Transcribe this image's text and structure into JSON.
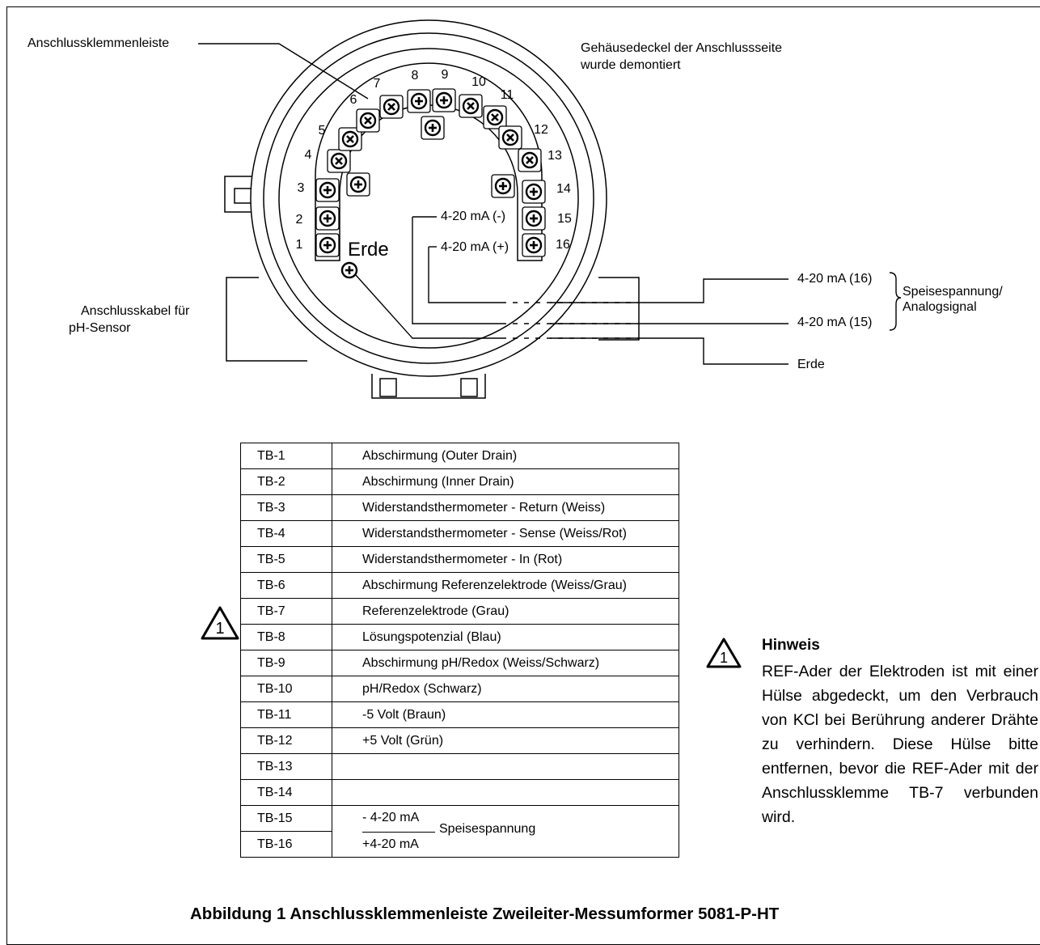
{
  "labels": {
    "terminal_strip": "Anschlussklemmenleiste",
    "cover_line1": "Gehäusedeckel der Anschlussseite",
    "cover_line2": "wurde demontiert",
    "cable_line1": "Anschlusskabel für",
    "cable_line2": "pH-Sensor",
    "earth_inner": "Erde",
    "minus_inner": "4-20 mA (-)",
    "plus_inner": "4-20 mA (+)",
    "out_16": "4-20 mA (16)",
    "out_15": "4-20 mA (15)",
    "out_earth": "Erde",
    "bracket_line1": "Speisespannung/",
    "bracket_line2": "Analogsignal"
  },
  "terminal_numbers": [
    "1",
    "2",
    "3",
    "4",
    "5",
    "6",
    "7",
    "8",
    "9",
    "10",
    "11",
    "12",
    "13",
    "14",
    "15",
    "16"
  ],
  "table": {
    "rows": [
      {
        "tb": "TB-1",
        "desc": "Abschirmung (Outer Drain)"
      },
      {
        "tb": "TB-2",
        "desc": "Abschirmung (Inner Drain)"
      },
      {
        "tb": "TB-3",
        "desc": "Widerstandsthermometer - Return (Weiss)"
      },
      {
        "tb": "TB-4",
        "desc": "Widerstandsthermometer - Sense (Weiss/Rot)"
      },
      {
        "tb": "TB-5",
        "desc": "Widerstandsthermometer - In (Rot)"
      },
      {
        "tb": "TB-6",
        "desc": "Abschirmung Referenzelektrode (Weiss/Grau)"
      },
      {
        "tb": "TB-7",
        "desc": "Referenzelektrode (Grau)"
      },
      {
        "tb": "TB-8",
        "desc": "Lösungspotenzial (Blau)"
      },
      {
        "tb": "TB-9",
        "desc": "Abschirmung pH/Redox (Weiss/Schwarz)"
      },
      {
        "tb": "TB-10",
        "desc": "pH/Redox (Schwarz)"
      },
      {
        "tb": "TB-11",
        "desc": "-5 Volt (Braun)"
      },
      {
        "tb": "TB-12",
        "desc": "+5 Volt (Grün)"
      },
      {
        "tb": "TB-13",
        "desc": ""
      },
      {
        "tb": "TB-14",
        "desc": ""
      }
    ],
    "tb15": "TB-15",
    "tb16": "TB-16",
    "tb15_desc": "- 4-20 mA",
    "tb16_desc": "+4-20 mA",
    "tb15_16_group": "Speisespannung"
  },
  "warning_number": "1",
  "note": {
    "title": "Hinweis",
    "text": "REF-Ader der Elektroden ist mit einer Hülse abgedeckt, um den Verbrauch von KCl bei Berührung anderer Drähte zu verhindern. Diese Hülse bitte entfernen, bevor die REF-Ader mit der Anschlussklemme TB-7 verbunden wird."
  },
  "caption": "Abbildung 1 Anschlussklemmenleiste Zweileiter-Messumformer 5081-P-HT"
}
